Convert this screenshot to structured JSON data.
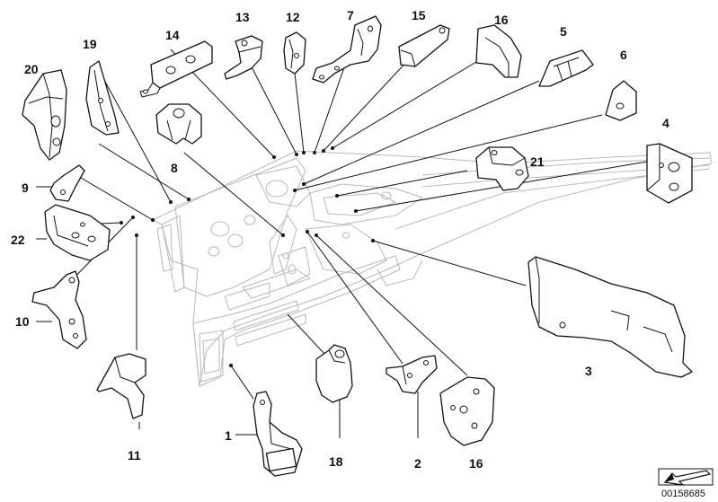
{
  "diagram": {
    "part_labels": {
      "p1": "1",
      "p2": "2",
      "p3": "3",
      "p4": "4",
      "p5": "5",
      "p6": "6",
      "p7": "7",
      "p8": "8",
      "p9": "9",
      "p10": "10",
      "p11": "11",
      "p12": "12",
      "p13": "13",
      "p14": "14",
      "p15": "15",
      "p16a": "16",
      "p16b": "16",
      "p18": "18",
      "p19": "19",
      "p20": "20",
      "p21": "21",
      "p22": "22"
    },
    "reference_number": "00158685"
  }
}
